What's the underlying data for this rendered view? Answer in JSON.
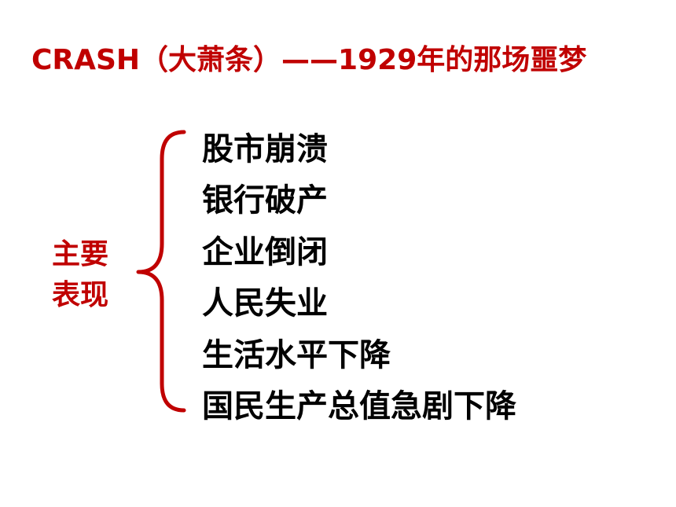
{
  "colors": {
    "accent": "#C00000",
    "text": "#000000",
    "background": "#FFFFFF"
  },
  "title": "CRASH（大萧条）——1929年的那场噩梦",
  "label": {
    "line1": "主要",
    "line2": "表现"
  },
  "items": [
    "股市崩溃",
    "银行破产",
    "企业倒闭",
    "人民失业",
    "生活水平下降",
    "国民生产总值急剧下降"
  ]
}
